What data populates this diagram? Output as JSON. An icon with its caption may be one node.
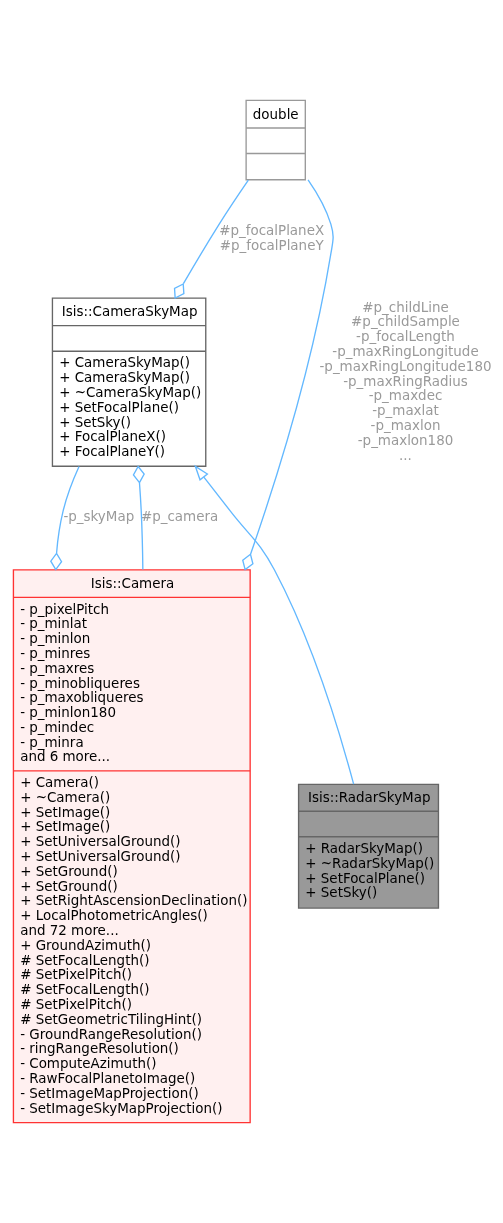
{
  "diagram": {
    "nodes": [
      {
        "text": [
          "double"
        ]
      },
      {
        "text": [
          "Isis::CameraSkyMap",
          "+ CameraSkyMap()",
          "+ CameraSkyMap()",
          "+ ~CameraSkyMap()",
          "+ SetFocalPlane()",
          "+ SetSky()",
          "+ FocalPlaneX()",
          "+ FocalPlaneY()"
        ]
      },
      {
        "text": [
          "Isis::Camera",
          "- p_pixelPitch",
          "- p_minlat",
          "- p_minlon",
          "- p_minres",
          "- p_maxres",
          "- p_minobliqueres",
          "- p_maxobliqueres",
          "- p_minlon180",
          "- p_mindec",
          "- p_minra",
          "and 6 more...",
          "+ Camera()",
          "+ ~Camera()",
          "+ SetImage()",
          "+ SetImage()",
          "+ SetUniversalGround()",
          "+ SetUniversalGround()",
          "+ SetGround()",
          "+ SetGround()",
          "+ SetRightAscensionDeclination()",
          "+ LocalPhotometricAngles()",
          "and 72 more...",
          "+ GroundAzimuth()",
          "# SetFocalLength()",
          "# SetPixelPitch()",
          "# SetFocalLength()",
          "# SetPixelPitch()",
          "# SetGeometricTilingHint()",
          "- GroundRangeResolution()",
          "- ringRangeResolution()",
          "- ComputeAzimuth()",
          "- RawFocalPlanetoImage()",
          "- SetImageMapProjection()",
          "- SetImageSkyMapProjection()"
        ]
      },
      {
        "text": [
          "Isis::RadarSkyMap",
          "+ RadarSkyMap()",
          "+ ~RadarSkyMap()",
          "+ SetFocalPlane()",
          "+ SetSky()"
        ]
      }
    ],
    "edges": [
      {
        "from": 0,
        "to": 1,
        "arrow": "other",
        "label": "#p_focalPlaneX #p_focalPlaneY"
      },
      {
        "from": 0,
        "to": 2,
        "arrow": "other",
        "label": "#p_childLine #p_childSample -p_focalLength -p_maxRingLongitude -p_maxRingLongitude180 -p_maxRingRadius -p_maxdec -p_maxlat -p_maxlon -p_maxlon180 ..."
      },
      {
        "from": 1,
        "to": 2,
        "arrow": "other",
        "label": "-p_skyMap"
      },
      {
        "from": 2,
        "to": 1,
        "arrow": "other",
        "label": "#p_camera"
      },
      {
        "from": 3,
        "to": 1,
        "arrow": "to"
      }
    ]
  }
}
